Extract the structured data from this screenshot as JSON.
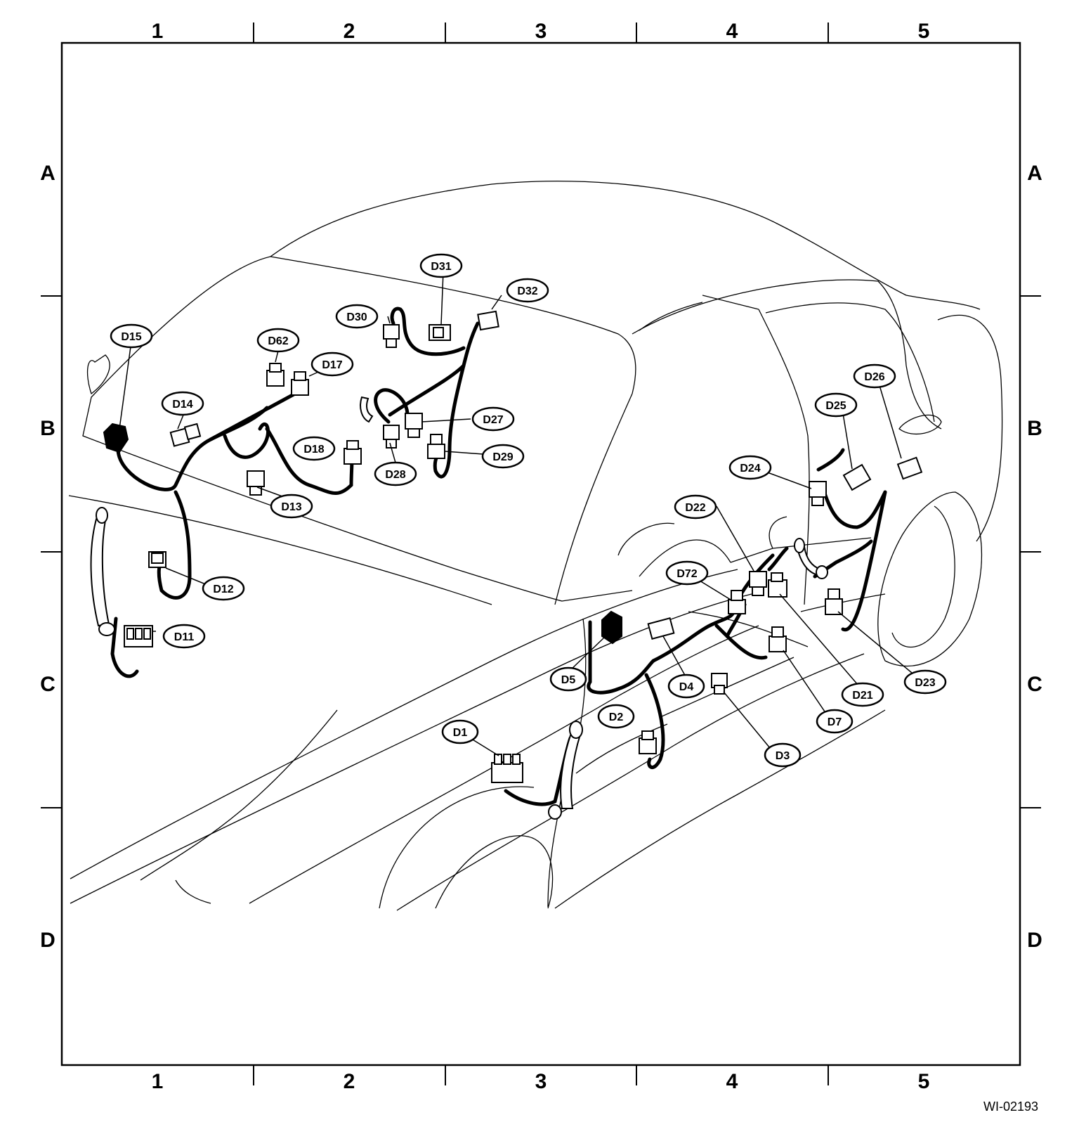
{
  "grid": {
    "columns": [
      "1",
      "2",
      "3",
      "4",
      "5"
    ],
    "rows": [
      "A",
      "B",
      "C",
      "D"
    ]
  },
  "figure_code": "WI-02193",
  "connectors": [
    "D1",
    "D2",
    "D3",
    "D4",
    "D5",
    "D7",
    "D11",
    "D12",
    "D13",
    "D14",
    "D15",
    "D17",
    "D18",
    "D21",
    "D22",
    "D23",
    "D24",
    "D25",
    "D26",
    "D27",
    "D28",
    "D29",
    "D30",
    "D31",
    "D32",
    "D62",
    "D72"
  ]
}
